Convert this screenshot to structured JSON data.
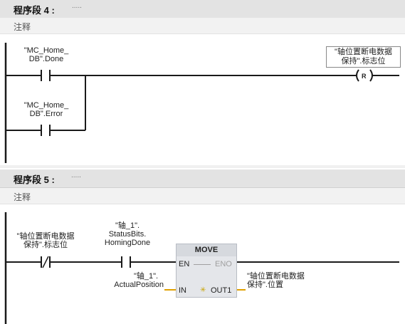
{
  "network4": {
    "title": "程序段 4 :",
    "dots": ".....",
    "comment": "注释",
    "contact1": {
      "line1": "\"MC_Home_",
      "line2": "DB\".Done"
    },
    "contact2": {
      "line1": "\"MC_Home_",
      "line2": "DB\".Error"
    },
    "coil": {
      "line1": "\"轴位置断电数据",
      "line2": "保持\".标志位",
      "symbol": "R"
    }
  },
  "network5": {
    "title": "程序段 5 :",
    "dots": ".....",
    "comment": "注释",
    "contact1": {
      "line1": "\"轴位置断电数据",
      "line2": "保持\".标志位"
    },
    "contact2": {
      "line1": "\"轴_1\".",
      "line2": "StatusBits.",
      "line3": "HomingDone"
    },
    "move": {
      "title": "MOVE",
      "en": "EN",
      "eno": "ENO",
      "in": "IN",
      "out1": "OUT1",
      "in_operand": {
        "line1": "\"轴_1\".",
        "line2": "ActualPosition"
      },
      "out_operand": {
        "line1": "\"轴位置断电数据",
        "line2": "保持\".位置"
      }
    }
  },
  "colors": {
    "wire": "#1a1a1a",
    "operand_line": "#e0a000",
    "eno_gray": "#a0a0a0"
  }
}
